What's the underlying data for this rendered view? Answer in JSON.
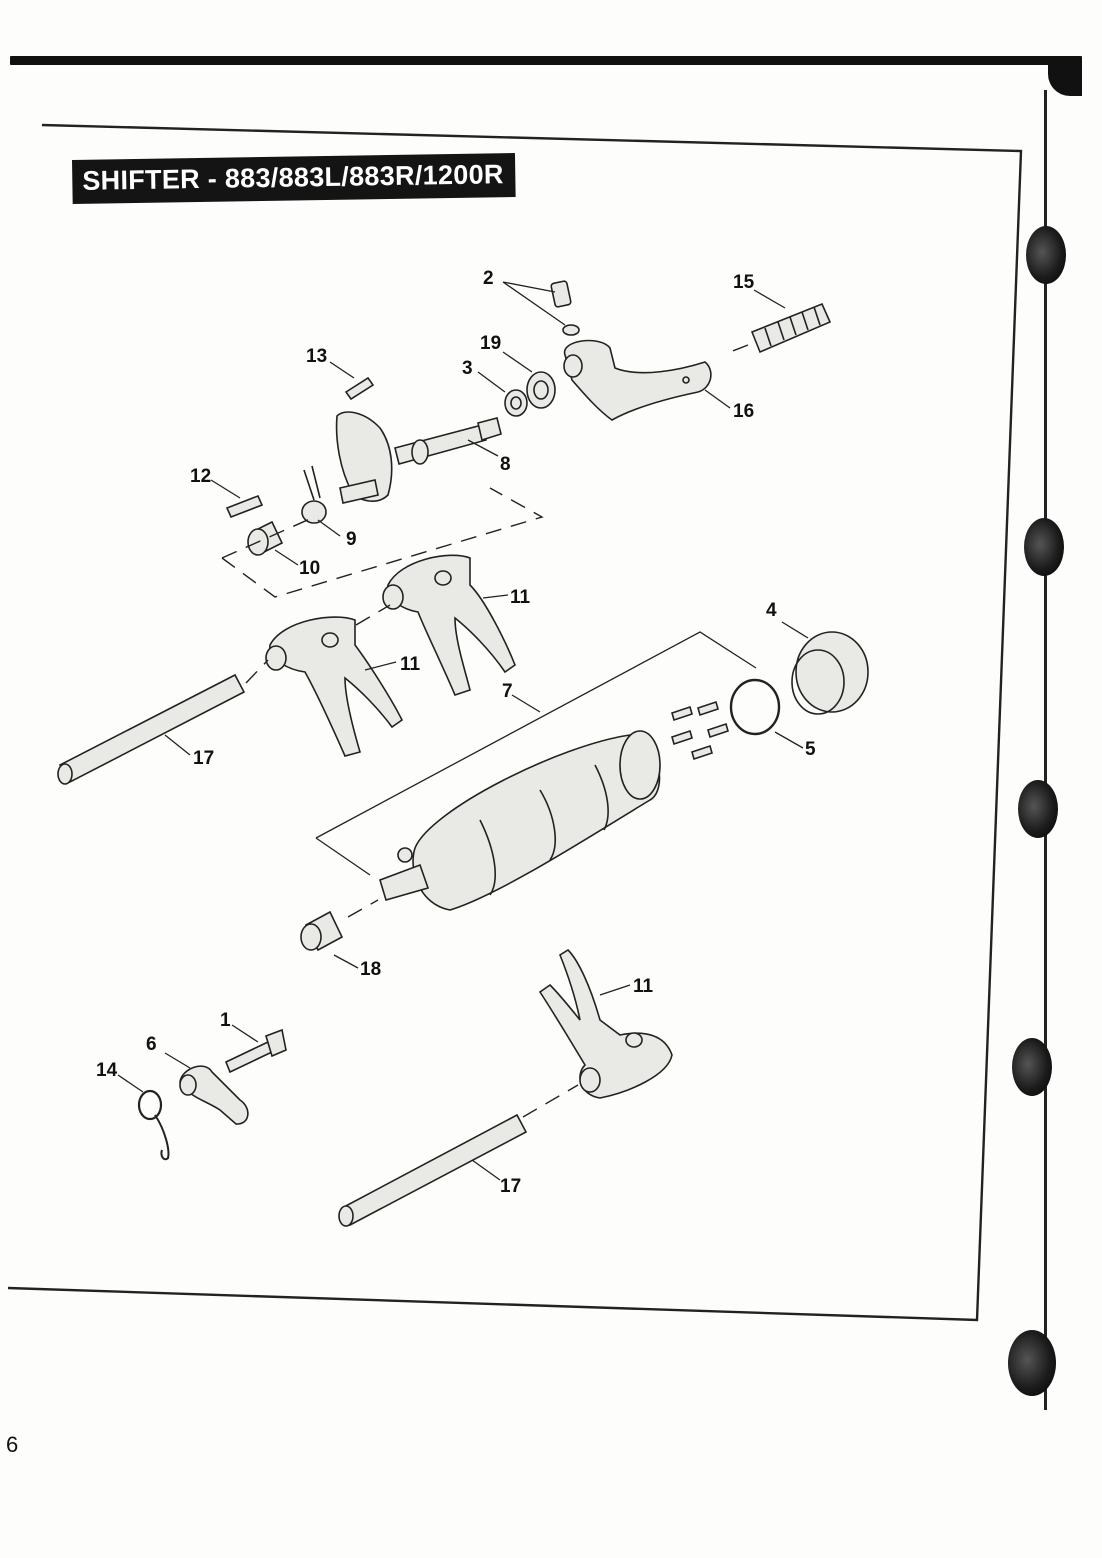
{
  "title": "SHIFTER - 883/883L/883R/1200R",
  "page_number": "6",
  "callouts": [
    "1",
    "2",
    "3",
    "4",
    "5",
    "6",
    "7",
    "8",
    "9",
    "10",
    "11",
    "11",
    "11",
    "12",
    "13",
    "14",
    "15",
    "16",
    "17",
    "17",
    "18",
    "19"
  ]
}
